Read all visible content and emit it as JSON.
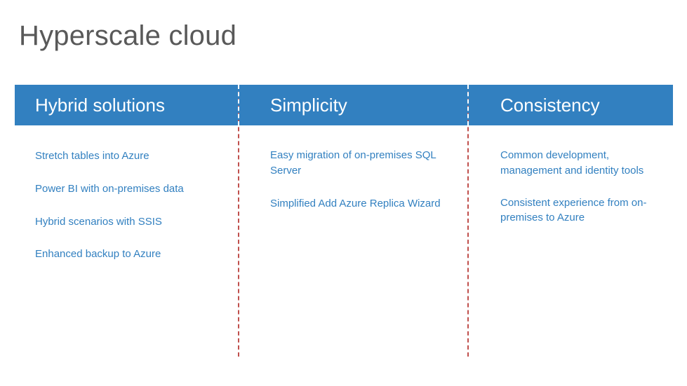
{
  "slide": {
    "title": "Hyperscale cloud",
    "accent_color": "#3280c0",
    "title_color": "#595959",
    "divider_color": "#c0504d",
    "columns": [
      {
        "header": "Hybrid solutions",
        "items": [
          "Stretch tables into Azure",
          "Power BI with on-premises data",
          "Hybrid scenarios with SSIS",
          "Enhanced backup to Azure"
        ]
      },
      {
        "header": "Simplicity",
        "items": [
          "Easy migration of on-premises SQL Server",
          "Simplified Add Azure Replica Wizard"
        ]
      },
      {
        "header": "Consistency",
        "items": [
          "Common development, management and identity tools",
          "Consistent experience from on-premises to Azure"
        ]
      }
    ]
  }
}
